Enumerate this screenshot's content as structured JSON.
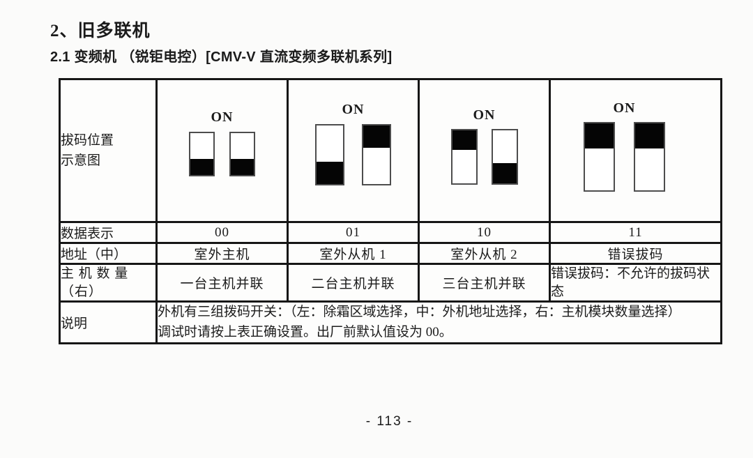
{
  "page": {
    "title": "2、旧多联机",
    "subtitle": "2.1 变频机 （锐钜电控）[CMV-V 直流变频多联机系列]",
    "page_number": "- 113 -"
  },
  "colors": {
    "text": "#1b1b1b",
    "border": "#161616",
    "background": "#fbfbfa",
    "switch_fill": "#050505"
  },
  "table": {
    "row_labels": {
      "diagram_line1": "拔码位置",
      "diagram_line2": "示意图",
      "data": "数据表示",
      "address": "地址（中）",
      "host_line1": "主 机 数 量",
      "host_line2": "（右）",
      "note": "说明"
    },
    "columns": [
      {
        "on_label": "ON",
        "switches": [
          "off",
          "off"
        ],
        "data_value": "00",
        "address": "室外主机",
        "host_count": "一台主机并联"
      },
      {
        "on_label": "ON",
        "switches": [
          "off",
          "on"
        ],
        "data_value": "01",
        "address": "室外从机 1",
        "host_count": "二台主机并联"
      },
      {
        "on_label": "ON",
        "switches": [
          "on",
          "off"
        ],
        "data_value": "10",
        "address": "室外从机 2",
        "host_count": "三台主机并联"
      },
      {
        "on_label": "ON",
        "switches": [
          "on",
          "on"
        ],
        "data_value": "11",
        "address": "错误拔码",
        "host_count": "错误拔码：不允许的拔码状态"
      }
    ],
    "note_lines": [
      "外机有三组拨码开关：（左：除霜区域选择，中：外机地址选择，右：主机模块数量选择）",
      "调试时请按上表正确设置。出厂前默认值设为 00。"
    ]
  }
}
